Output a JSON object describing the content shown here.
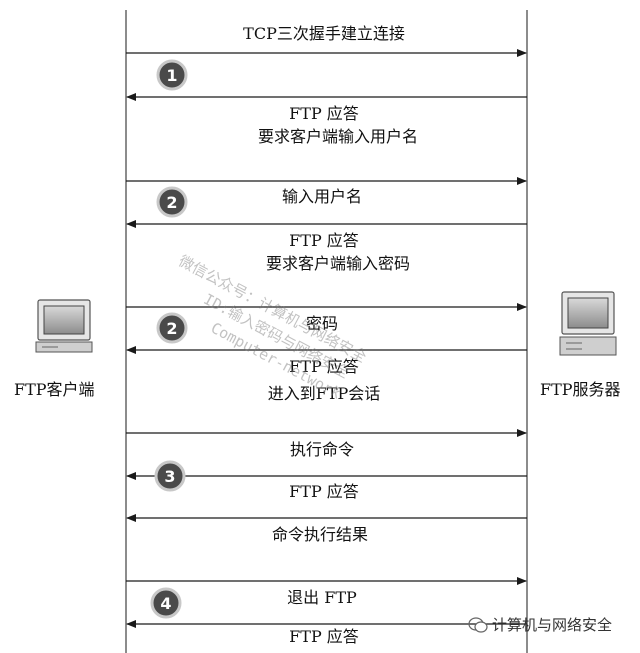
{
  "client": {
    "label": "FTP客户端"
  },
  "server": {
    "label": "FTP服务器"
  },
  "messages": [
    {
      "lines": [
        "TCP三次握手建立连接"
      ]
    },
    {
      "lines": [
        "FTP 应答",
        "要求客户端输入用户名"
      ]
    },
    {
      "lines": [
        "输入用户名"
      ]
    },
    {
      "lines": [
        "FTP 应答",
        "要求客户端输入密码"
      ]
    },
    {
      "lines": [
        "密码"
      ]
    },
    {
      "lines": [
        "FTP 应答",
        "进入到FTP会话"
      ]
    },
    {
      "lines": [
        "执行命令"
      ]
    },
    {
      "lines": [
        "FTP 应答"
      ]
    },
    {
      "lines": [
        "命令执行结果"
      ]
    },
    {
      "lines": [
        "退出 FTP"
      ]
    },
    {
      "lines": [
        "FTP 应答"
      ]
    }
  ],
  "steps": [
    "1",
    "2",
    "2",
    "3",
    "4"
  ],
  "watermark": [
    "微信公众号：计算机与网络安全",
    "ID:输入密码与网络安全",
    "Computer-network"
  ],
  "brand": "计算机与网络安全",
  "colors": {
    "line": "#1a1a1a",
    "badge": "#4a4a4a",
    "badge_ring": "#bfbfbf"
  }
}
